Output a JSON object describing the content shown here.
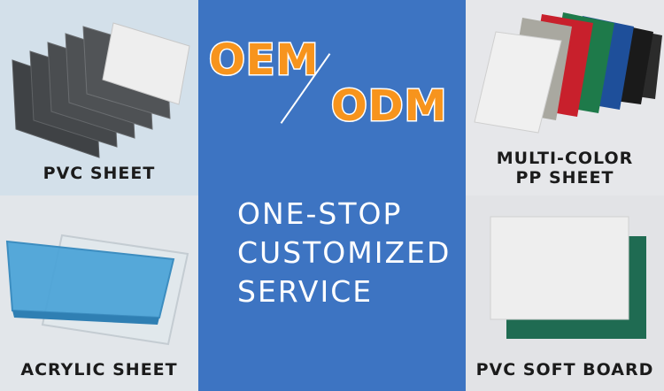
{
  "panels": {
    "pvc_sheet": {
      "label": "PVC SHEET"
    },
    "acrylic_sheet": {
      "label": "ACRYLIC SHEET"
    },
    "pp_sheet": {
      "label_line1": "MULTI-COLOR",
      "label_line2": "PP SHEET"
    },
    "pvc_soft_board": {
      "label": "PVC SOFT BOARD"
    }
  },
  "center": {
    "oem": "OEM",
    "odm": "ODM",
    "tagline": [
      "ONE-STOP",
      "CUSTOMIZED",
      "SERVICE"
    ]
  },
  "colors": {
    "center_background": "#3d74c2",
    "oem_odm_text": "#f7941d",
    "pp_sheet_colors": [
      "#f0f0f0",
      "#a9a8a0",
      "#c8202c",
      "#1e7a4a",
      "#1e4f9a",
      "#1a1a1a",
      "#2b2b2b"
    ],
    "soft_board_colors": [
      "#eeeeee",
      "#1f6b52"
    ],
    "acrylic_color": "#4aa3d8",
    "pvc_colors": [
      "#4a4d50",
      "#eeeeee"
    ]
  }
}
